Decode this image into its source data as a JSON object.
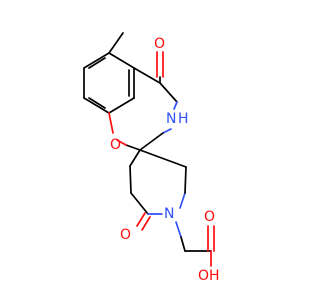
{
  "colors": {
    "oxygen": "#ff0d0d",
    "nitrogen": "#3050f8",
    "carbon_bond": "#000000",
    "background": "#ffffff"
  },
  "atoms": {
    "carbonyl_top_o": "O",
    "ring_ether_o": "O",
    "amide_nh": "H",
    "amide_nh_n": "N",
    "azepane_n": "N",
    "azepane_carbonyl_o": "O",
    "acid_carbonyl_o": "O",
    "acid_oh": "OH"
  }
}
